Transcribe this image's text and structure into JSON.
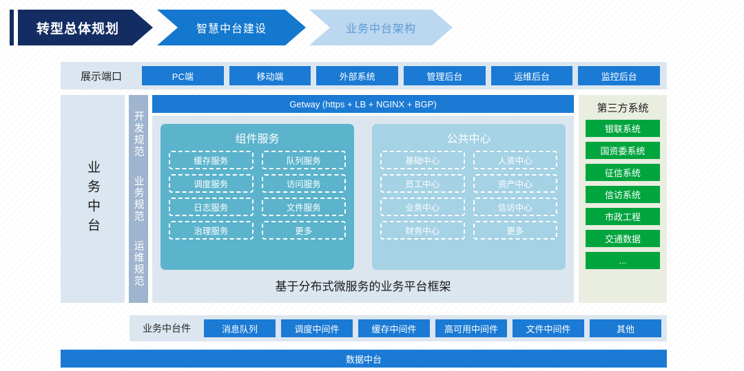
{
  "ribbon": {
    "steps": [
      {
        "label": "转型总体规划",
        "state": "active"
      },
      {
        "label": "智慧中台建设",
        "state": "next"
      },
      {
        "label": "业务中台架构",
        "state": "upcoming"
      }
    ]
  },
  "display_ports": {
    "label": "展示端口",
    "items": [
      "PC端",
      "移动端",
      "外部系统",
      "管理后台",
      "运维后台",
      "监控后台"
    ]
  },
  "band": {
    "left_label": "业务中台",
    "norms": [
      "开发规范",
      "业务规范",
      "运维规范"
    ],
    "gateway": "Getway (https + LB + NGINX + BGP)",
    "framework_caption": "基于分布式微服务的业务平台框架",
    "panels": [
      {
        "title": "组件服务",
        "cells": [
          "缓存服务",
          "队列服务",
          "调度服务",
          "访问服务",
          "日志服务",
          "文件服务",
          "治理服务",
          "更多"
        ]
      },
      {
        "title": "公共中心",
        "cells": [
          "基础中心",
          "人资中心",
          "员工中心",
          "资产中心",
          "业务中心",
          "信访中心",
          "财务中心",
          "更多"
        ]
      }
    ],
    "third_party": {
      "title": "第三方系统",
      "items": [
        "银联系统",
        "国资委系统",
        "征信系统",
        "信访系统",
        "市政工程",
        "交通数据",
        "..."
      ]
    }
  },
  "middleware": {
    "label": "业务中台件",
    "items": [
      "消息队列",
      "调度中间件",
      "缓存中间件",
      "高可用中间件",
      "文件中间件",
      "其他"
    ]
  },
  "bottom": {
    "label": "数据中台"
  },
  "colors": {
    "navy": "#132d63",
    "blue": "#1478ce",
    "light_blue": "#bcd7f0",
    "button_blue": "#1a7ad4",
    "panel_bg": "#dce6f0",
    "teal": "#5bb3cc",
    "pale_teal": "#a5d2e4",
    "green": "#00a53e",
    "cream": "#eaeee0",
    "norm_strip": "#9fb4ce"
  }
}
